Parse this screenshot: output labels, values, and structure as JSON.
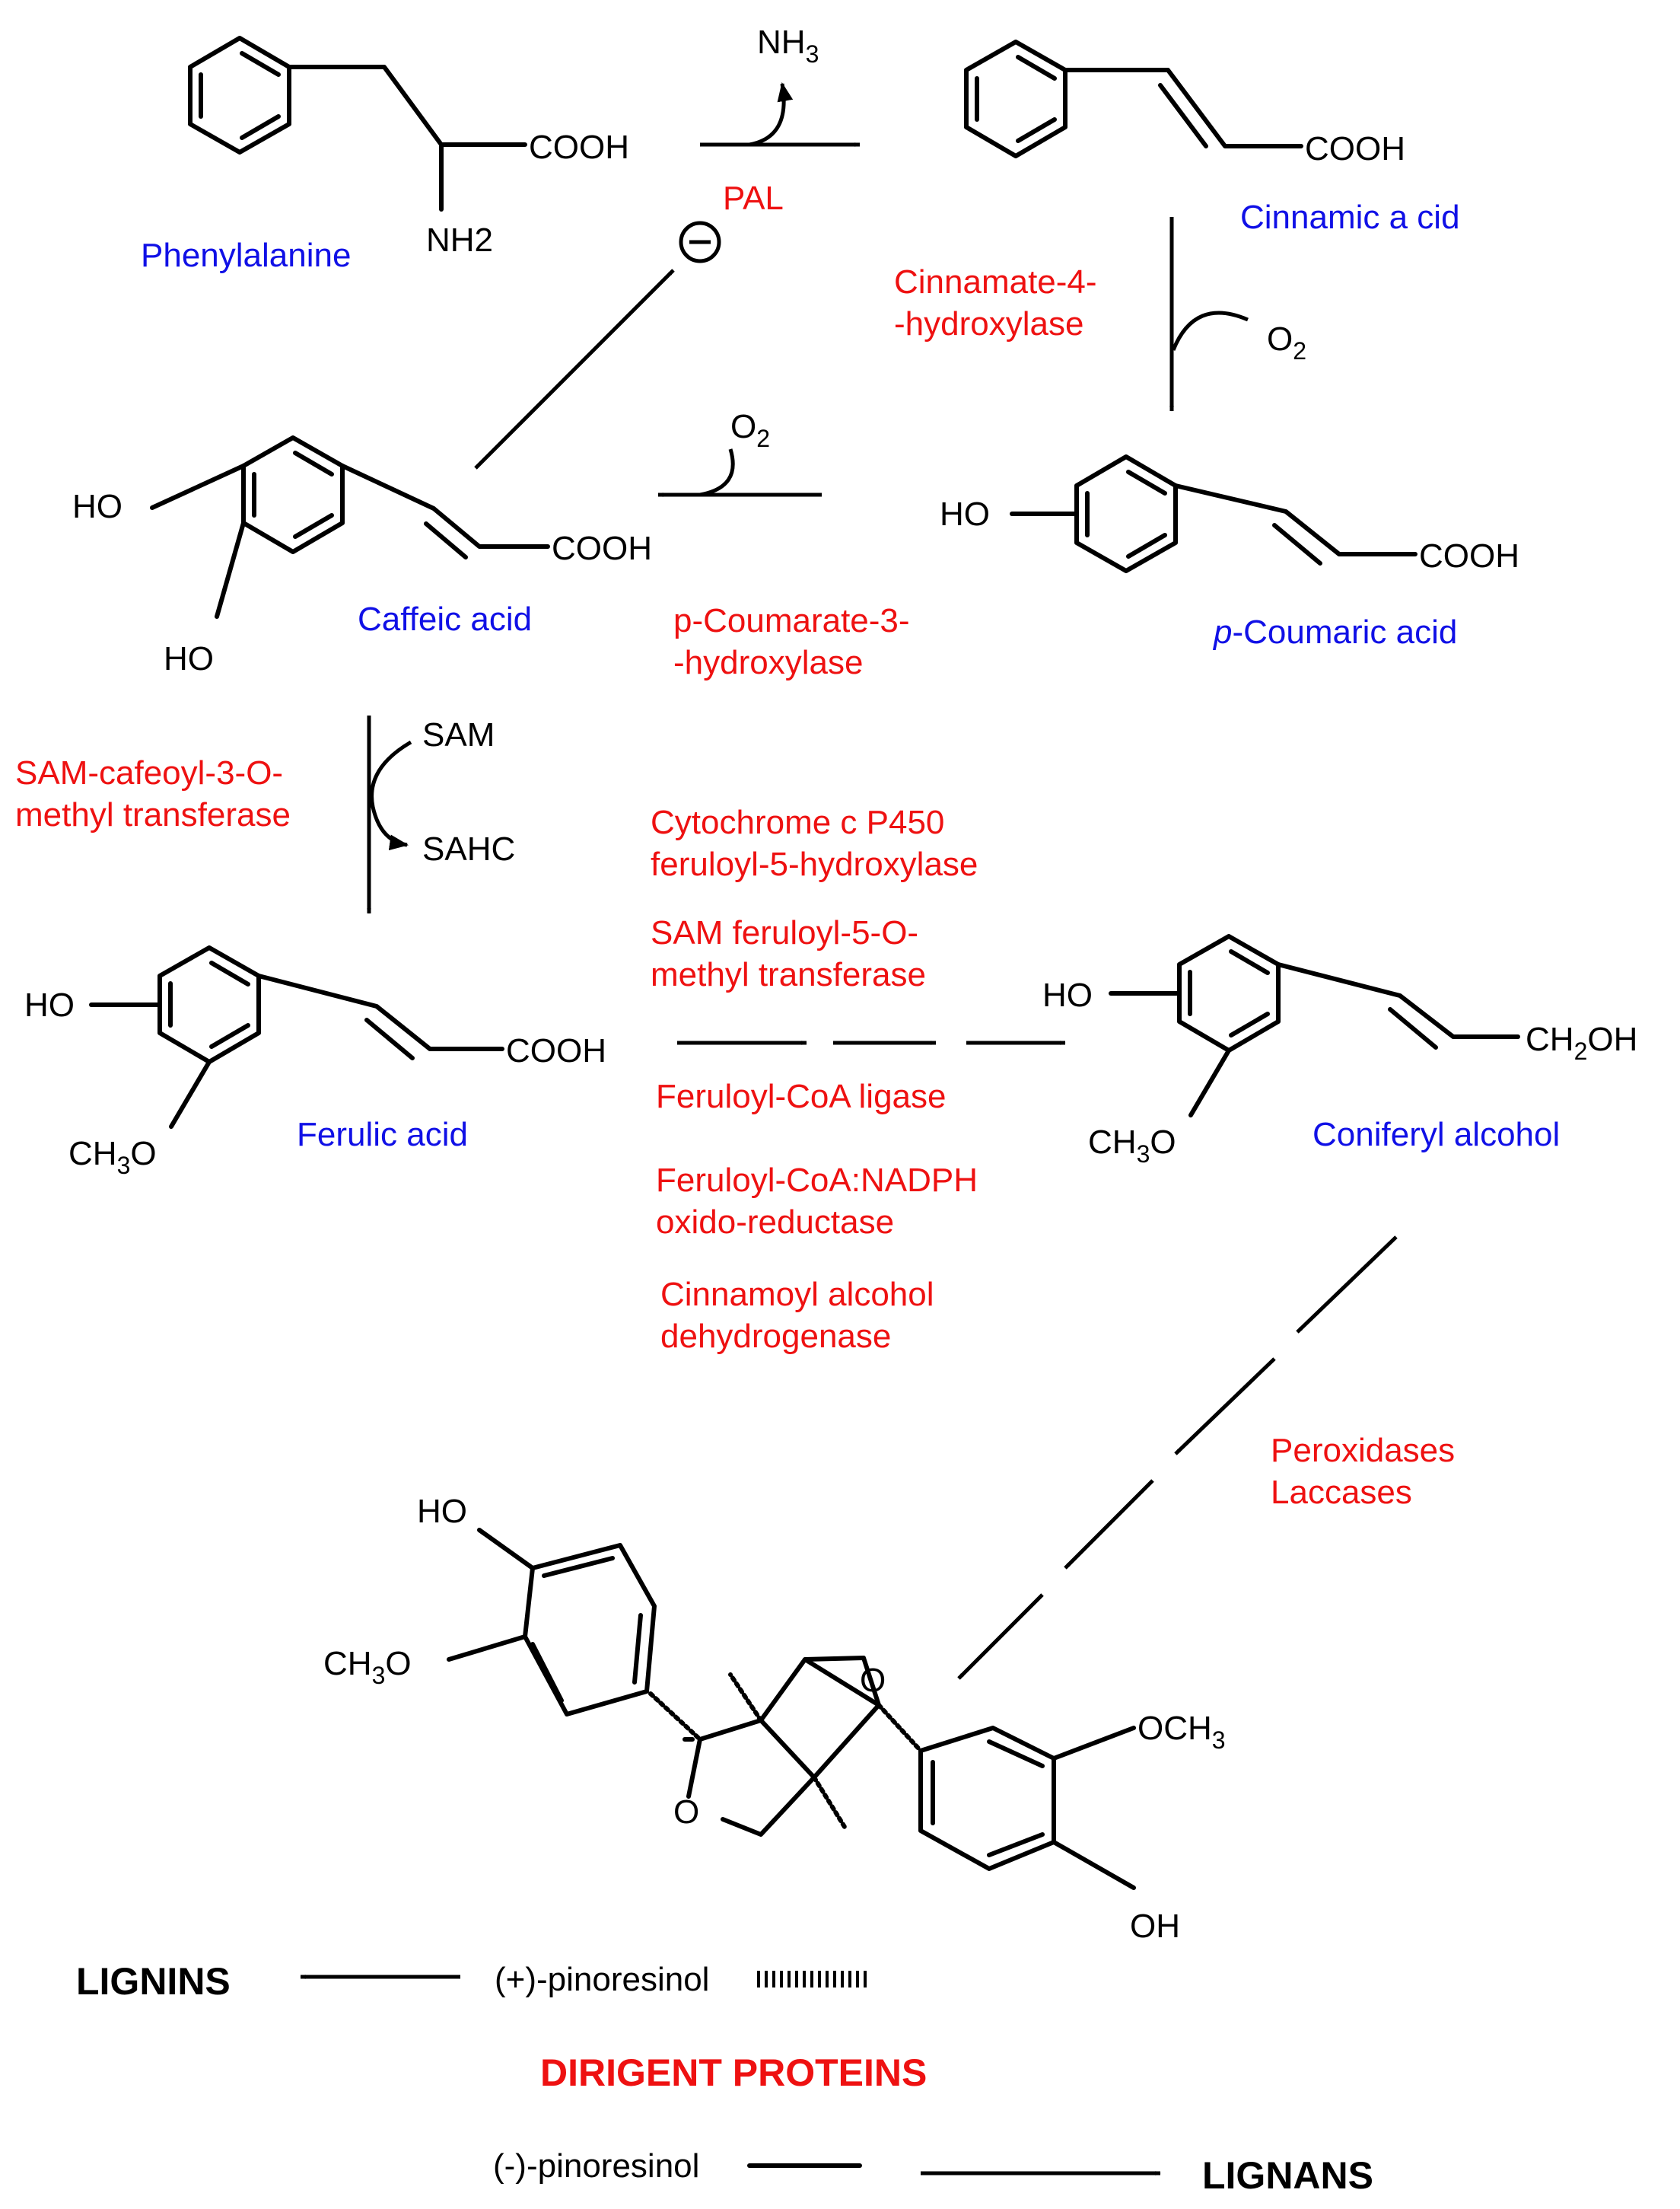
{
  "compounds": {
    "phenylalanine": {
      "name": "Phenylalanine",
      "cooh": "COOH",
      "nh2": "NH2"
    },
    "cinnamic": {
      "name": "Cinnamic a cid",
      "cooh": "COOH"
    },
    "p_coumaric": {
      "name_prefix": "p",
      "name_rest": "-Coumaric acid",
      "ho": "HO",
      "cooh": "COOH"
    },
    "caffeic": {
      "name": "Caffeic acid",
      "ho1": "HO",
      "ho2": "HO",
      "cooh": "COOH"
    },
    "ferulic": {
      "name": "Ferulic acid",
      "ho": "HO",
      "ch3o": "CH",
      "ch3o_sub": "3",
      "ch3o_tail": "O",
      "cooh": "COOH"
    },
    "coniferyl": {
      "name": "Coniferyl alcohol",
      "ho": "HO",
      "ch3o": "CH",
      "ch3o_sub": "3",
      "ch3o_tail": "O",
      "ch2oh": "CH",
      "ch2oh_sub": "2",
      "ch2oh_tail": "OH"
    },
    "pinoresinol": {
      "ho": "HO",
      "ch3o": "CH",
      "ch3o_sub": "3",
      "ch3o_tail": "O",
      "och3": "OCH",
      "och3_sub": "3",
      "oh": "OH",
      "o_top": "O",
      "o_bottom": "O"
    }
  },
  "reagents": {
    "nh3": "NH",
    "nh3_sub": "3",
    "o2_a": "O",
    "o2_a_sub": "2",
    "o2_b": "O",
    "o2_b_sub": "2",
    "sam": "SAM",
    "sahc": "SAHC",
    "inhibit_symbol": "−"
  },
  "enzymes": {
    "pal": "PAL",
    "c4h_1": "Cinnamate-4-",
    "c4h_2": "-hydroxylase",
    "c3h_1": "p-Coumarate-3-",
    "c3h_2": "-hydroxylase",
    "comt_1": "SAM-cafeoyl-3-O-",
    "comt_2": "methyl transferase",
    "p450_1": "Cytochrome c P450",
    "p450_2": "feruloyl-5-hydroxylase",
    "samf_1": "SAM feruloyl-5-O-",
    "samf_2": "methyl transferase",
    "ligase": "Feruloyl-CoA ligase",
    "reductase_1": "Feruloyl-CoA:NADPH",
    "reductase_2": "oxido-reductase",
    "dehydro_1": "Cinnamoyl alcohol",
    "dehydro_2": "dehydrogenase",
    "perox_1": "Peroxidases",
    "perox_2": "Laccases"
  },
  "bottom": {
    "lignins": "LIGNINS",
    "plus_pinoresinol": "(+)-pinoresinol",
    "dirigent": "DIRIGENT PROTEINS",
    "minus_pinoresinol": "(-)-pinoresinol",
    "lignans": "LIGNANS"
  },
  "colors": {
    "compound_name": "#1010e6",
    "enzyme": "#ee1111",
    "structure": "#000000"
  }
}
